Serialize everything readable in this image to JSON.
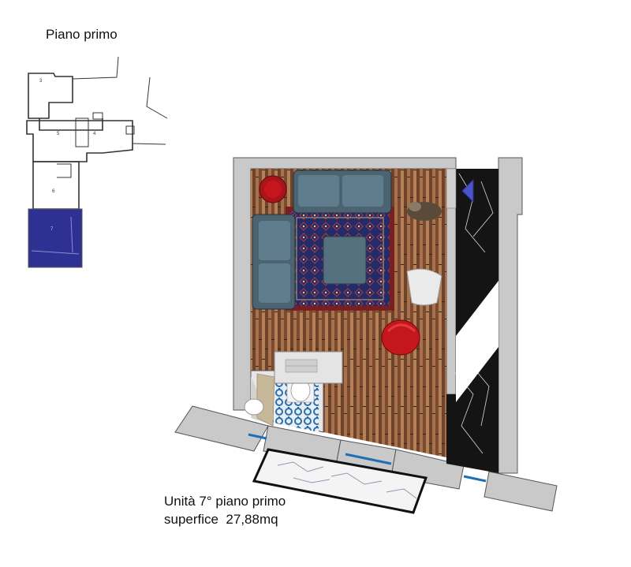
{
  "header": {
    "title": "Piano primo"
  },
  "key_plan": {
    "room_numbers": [
      "3",
      "5",
      "4",
      "6",
      "7"
    ],
    "highlight_color": "#2e3192"
  },
  "unit": {
    "name": "Unità 7° piano primo",
    "area": "superfice  27,88mq"
  },
  "colors": {
    "wall": "#c9c9c9",
    "wood_floor": "#8b5a3c",
    "rug": "#232c68",
    "rug_border": "#7a1f1f",
    "sofa": "#55707e",
    "red_chair": "#c4161c",
    "marble_dark": "#141414",
    "tile_blue": "#2b6ea8",
    "window_blue": "#1f6fb5"
  },
  "icons": [
    "north-arrow-icon"
  ]
}
